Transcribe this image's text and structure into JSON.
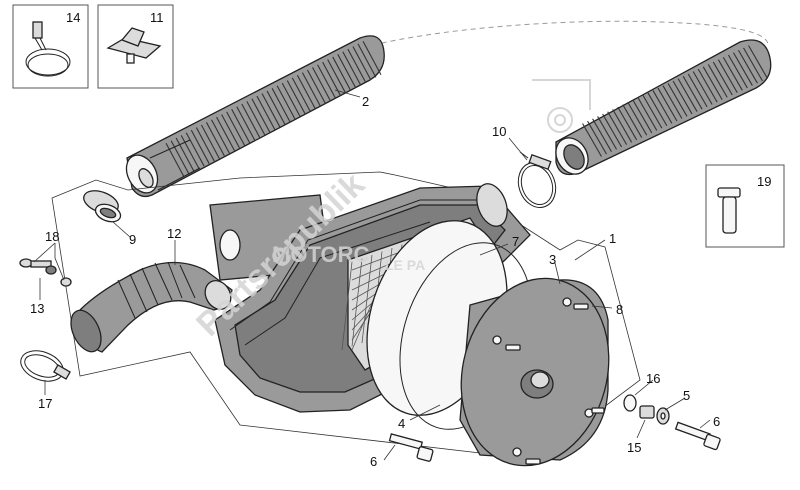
{
  "diagram": {
    "callouts": [
      {
        "id": "c14",
        "text": "14"
      },
      {
        "id": "c11",
        "text": "11"
      },
      {
        "id": "c2",
        "text": "2"
      },
      {
        "id": "c10",
        "text": "10"
      },
      {
        "id": "c19",
        "text": "19"
      },
      {
        "id": "c18",
        "text": "18"
      },
      {
        "id": "c13",
        "text": "13"
      },
      {
        "id": "c9",
        "text": "9"
      },
      {
        "id": "c12",
        "text": "12"
      },
      {
        "id": "c7",
        "text": "7"
      },
      {
        "id": "c1",
        "text": "1"
      },
      {
        "id": "c3",
        "text": "3"
      },
      {
        "id": "c8",
        "text": "8"
      },
      {
        "id": "c17",
        "text": "17"
      },
      {
        "id": "c4",
        "text": "4"
      },
      {
        "id": "c16",
        "text": "16"
      },
      {
        "id": "c5",
        "text": "5"
      },
      {
        "id": "c15",
        "text": "15"
      },
      {
        "id": "c6a",
        "text": "6"
      },
      {
        "id": "c6b",
        "text": "6"
      }
    ],
    "watermark": {
      "line1": "MOTORC",
      "line2": "LE PA",
      "diagonal": "Partsrepublik"
    },
    "colors": {
      "part_fill": "#9a9a9a",
      "part_dark": "#7e7e7e",
      "outline": "#222222",
      "watermark": "#d4d4d4"
    }
  }
}
